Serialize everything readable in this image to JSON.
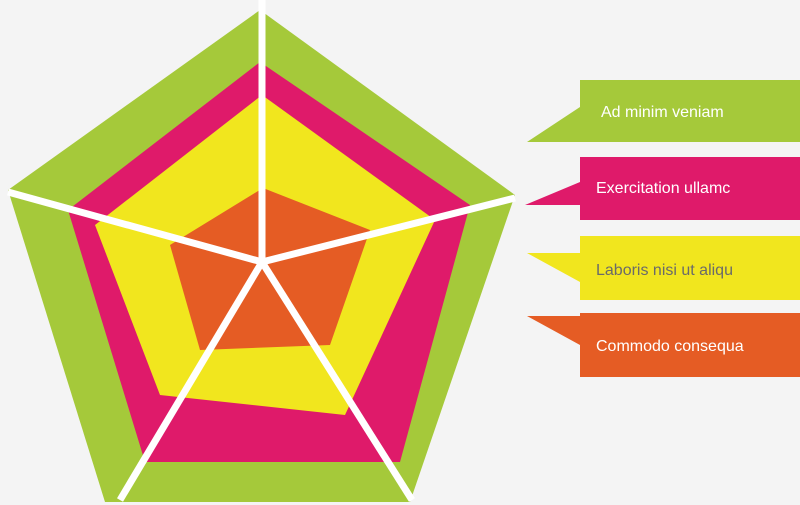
{
  "colors": {
    "background": "#f4f4f4",
    "green": "#a5c93a",
    "magenta": "#df1a6a",
    "yellow": "#f1e61e",
    "orange": "#e55c24",
    "spoke": "#ffffff"
  },
  "layers": [
    {
      "name": "green",
      "color": "#a5c93a"
    },
    {
      "name": "magenta",
      "color": "#df1a6a"
    },
    {
      "name": "yellow",
      "color": "#f1e61e"
    },
    {
      "name": "orange",
      "color": "#e55c24"
    }
  ],
  "callouts": [
    {
      "text": "Ad minim veniam",
      "color": "#a5c93a",
      "text_color": "#ffffff"
    },
    {
      "text": "Exercitation ullamc",
      "color": "#df1a6a",
      "text_color": "#ffffff"
    },
    {
      "text": "Laboris nisi ut aliqu",
      "color": "#f1e61e",
      "text_color": "#6a6a6a"
    },
    {
      "text": "Commodo consequa",
      "color": "#e55c24",
      "text_color": "#ffffff"
    }
  ]
}
